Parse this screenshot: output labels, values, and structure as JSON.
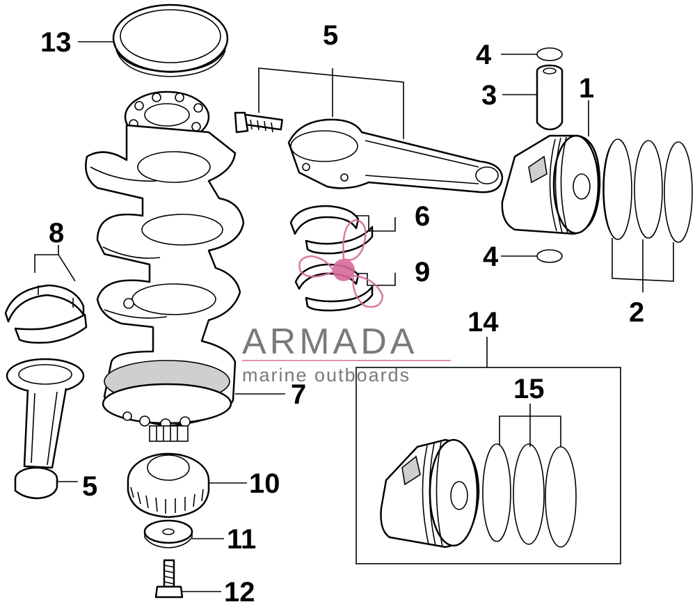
{
  "diagram": {
    "labels": [
      {
        "id": "1",
        "text": "1"
      },
      {
        "id": "2",
        "text": "2"
      },
      {
        "id": "3",
        "text": "3"
      },
      {
        "id": "4a",
        "text": "4"
      },
      {
        "id": "4b",
        "text": "4"
      },
      {
        "id": "5a",
        "text": "5"
      },
      {
        "id": "5b",
        "text": "5"
      },
      {
        "id": "6",
        "text": "6"
      },
      {
        "id": "7",
        "text": "7"
      },
      {
        "id": "8",
        "text": "8"
      },
      {
        "id": "9",
        "text": "9"
      },
      {
        "id": "10",
        "text": "10"
      },
      {
        "id": "11",
        "text": "11"
      },
      {
        "id": "12",
        "text": "12"
      },
      {
        "id": "13",
        "text": "13"
      },
      {
        "id": "14",
        "text": "14"
      },
      {
        "id": "15",
        "text": "15"
      }
    ]
  },
  "watermark": {
    "brand": "ARMADA",
    "tagline": "marine outboards",
    "logo_color": "#d66a9a",
    "text_color": "#7a7a7a"
  },
  "icons": {
    "logo": "propeller-logo-icon"
  }
}
